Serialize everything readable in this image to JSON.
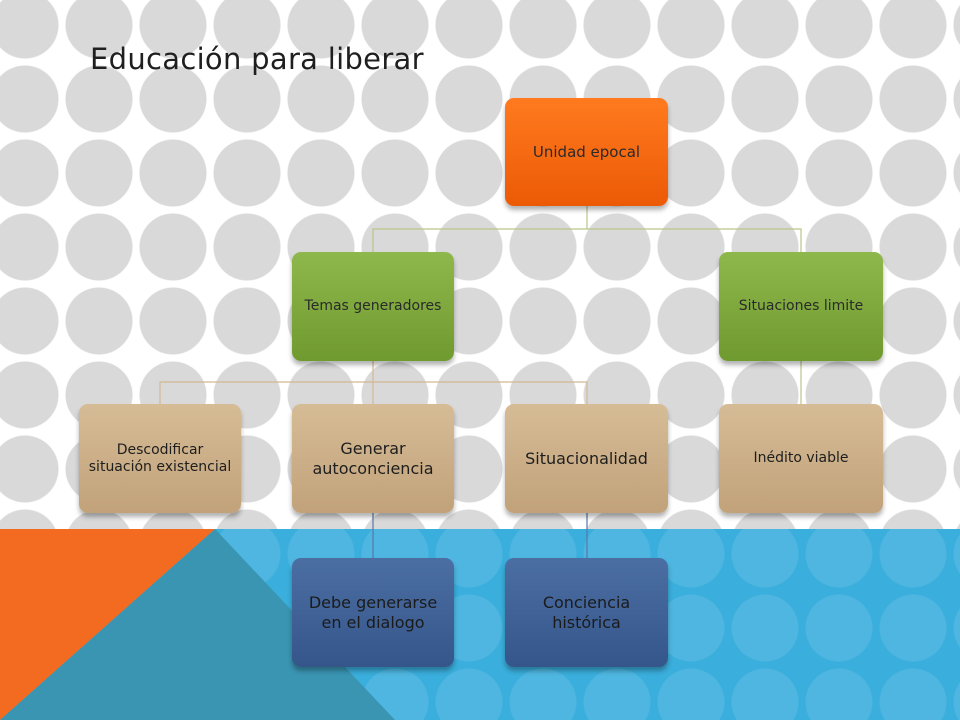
{
  "title": "Educación para liberar",
  "diagram": {
    "root": "Unidad epocal",
    "level2": {
      "left": "Temas generadores",
      "right": "Situaciones limite"
    },
    "level3": {
      "a": "Descodificar situación existencial",
      "b": "Generar autoconciencia",
      "c": "Situacionalidad",
      "d": "Inédito viable"
    },
    "level4": {
      "b": "Debe generarse en el dialogo",
      "c": "Conciencia histórica"
    }
  },
  "colors": {
    "orange": "#f4691c",
    "green": "#7fa83c",
    "tan": "#c9ad86",
    "blue": "#3f5f93",
    "band_blue": "#3aaedc",
    "triangle_orange": "#f26b21",
    "triangle_teal": "#3a95b3"
  }
}
